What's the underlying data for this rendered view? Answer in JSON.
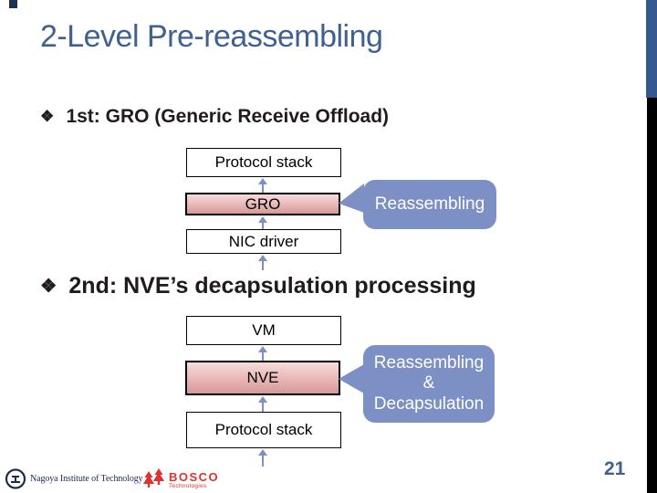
{
  "slide": {
    "title": "2-Level Pre-reassembling",
    "page_number": "21"
  },
  "bullets": [
    {
      "marker": "❖",
      "text": "1st: GRO (Generic Receive Offload)"
    },
    {
      "marker": "❖",
      "text": "2nd: NVE’s decapsulation processing"
    }
  ],
  "diagram1": {
    "boxes": [
      {
        "label": "Protocol stack",
        "style": "plain"
      },
      {
        "label": "GRO",
        "style": "highlight"
      },
      {
        "label": "NIC driver",
        "style": "plain"
      }
    ],
    "callout": {
      "lines": [
        "Reassembling"
      ]
    }
  },
  "diagram2": {
    "boxes": [
      {
        "label": "VM",
        "style": "plain"
      },
      {
        "label": "NVE",
        "style": "highlight"
      },
      {
        "label": "Protocol stack",
        "style": "plain"
      }
    ],
    "callout": {
      "lines": [
        "Reassembling",
        "&",
        "Decapsulation"
      ]
    }
  },
  "footer": {
    "institute": "Nagoya Institute of Technology",
    "company": "BOSCO",
    "company_sub": "Technologies"
  },
  "colors": {
    "title-blue": "#40618F",
    "heading-text": "#221B1B",
    "callout-blue": "#7D90C5",
    "arrow-blue": "#7D90C5",
    "box-border": "#000000",
    "pink-light": "#F6DCDC",
    "pink-mid": "#E8B6B6",
    "pink-dark": "#D49898",
    "sidebar-blue": "#35598E",
    "sidebar-black": "#000000",
    "corner-navy": "#20304F",
    "nit-navy": "#1E2A56",
    "bosco-red": "#E03131"
  }
}
